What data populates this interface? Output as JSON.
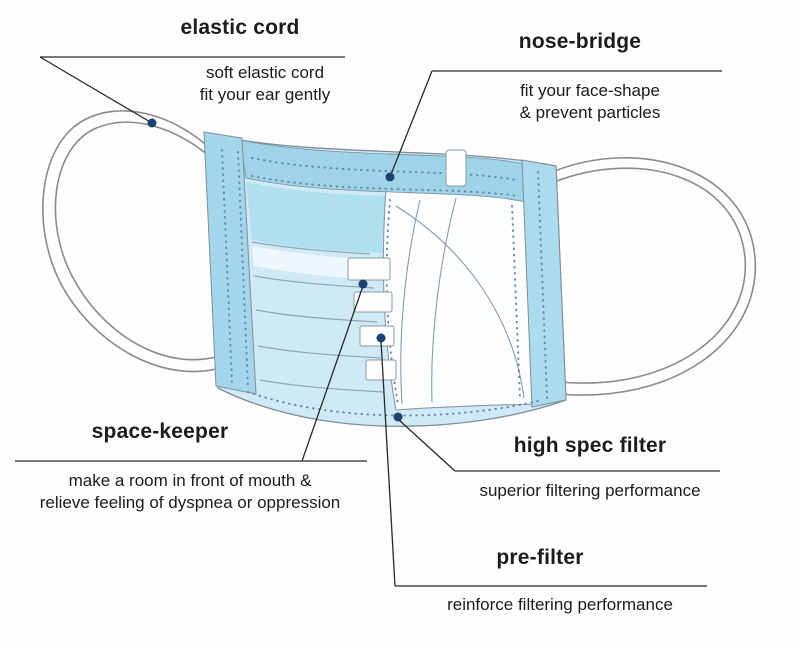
{
  "diagram": {
    "labels": {
      "elastic_cord": {
        "title": "elastic cord",
        "desc_line1": "soft elastic cord",
        "desc_line2": "fit your ear gently"
      },
      "nose_bridge": {
        "title": "nose-bridge",
        "desc_line1": "fit your face-shape",
        "desc_line2": "& prevent particles"
      },
      "space_keeper": {
        "title": "space-keeper",
        "desc_line1": "make a room in front of mouth &",
        "desc_line2": "relieve feeling of dyspnea or oppression"
      },
      "high_spec_filter": {
        "title": "high spec filter",
        "desc_line1": "superior filtering performance"
      },
      "pre_filter": {
        "title": "pre-filter",
        "desc_line1": "reinforce filtering performance"
      }
    },
    "colors": {
      "mask_front_blue": "#cfeaf6",
      "mask_dark_blue": "#b0e0f0",
      "mask_top_band_blue": "#9ed3e8",
      "mask_edge_band_blue": "#a3d6ea",
      "stitch_dot": "#6a8ba3",
      "outline_gray": "#7e8f9a",
      "cord_gray": "#8b8b8b",
      "callout_dot_navy": "#1d3f72",
      "leader_line": "#2a2a2a",
      "text": "#1c1c1c",
      "background": "#fdfdfd"
    }
  }
}
